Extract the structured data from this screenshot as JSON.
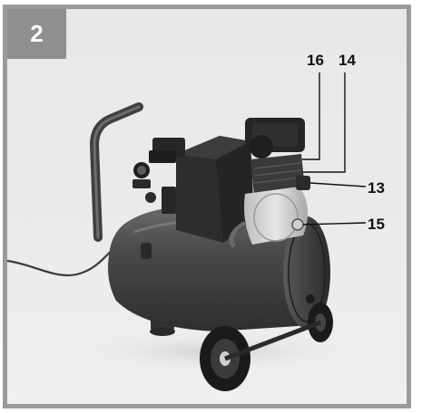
{
  "figure": {
    "number": "2"
  },
  "callouts": [
    {
      "id": "16",
      "label": "16"
    },
    {
      "id": "14",
      "label": "14"
    },
    {
      "id": "13",
      "label": "13"
    },
    {
      "id": "15",
      "label": "15"
    }
  ],
  "colors": {
    "frame": "#9b9b9b",
    "badge": "#8f8f8f",
    "tank": "#3e3e3e",
    "motor": "#2c2c2c",
    "cylinder": "#d0d0d0",
    "background": "#ebebea"
  }
}
